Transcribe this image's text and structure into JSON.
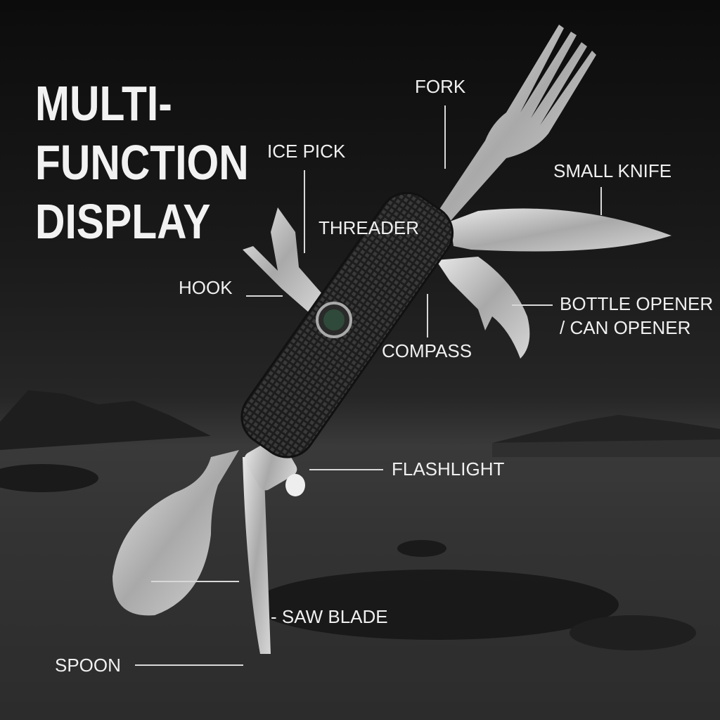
{
  "title": {
    "line1": "MULTI-",
    "line2": "FUNCTION",
    "line3": "DISPLAY"
  },
  "labels": {
    "fork": "FORK",
    "ice_pick": "ICE PICK",
    "small_knife": "SMALL KNIFE",
    "threader": "THREADER",
    "hook": "HOOK",
    "bottle_opener_1": "BOTTLE OPENER",
    "bottle_opener_2": "/ CAN OPENER",
    "compass": "COMPASS",
    "flashlight": "FLASHLIGHT",
    "saw_blade": "- SAW BLADE",
    "spoon": "SPOON"
  }
}
